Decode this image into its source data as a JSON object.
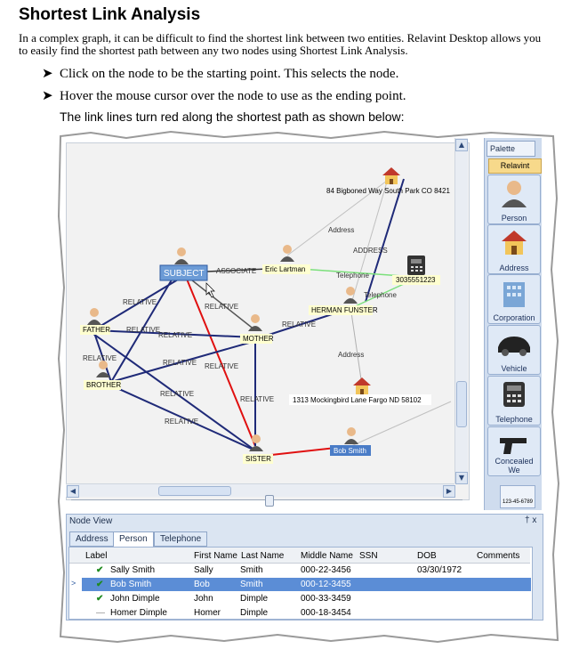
{
  "doc": {
    "title": "Shortest Link Analysis",
    "intro": "In a complex graph, it can be difficult to find the shortest link between two entities. Relavint Desktop allows you to easily find the shortest path between any two nodes using Shortest Link Analysis.",
    "bullets": [
      "Click on the node to be the starting point. This selects the node.",
      "Hover the mouse cursor over the node to use as the ending point."
    ],
    "note": "The link lines turn red along the shortest path as shown below:"
  },
  "graph": {
    "nodes": {
      "subject": "SUBJECT",
      "eric": "Eric Lartman",
      "herman": "HERMAN FUNSTER",
      "mother": "MOTHER",
      "father": "FATHER",
      "brother": "BROTHER",
      "sister": "SISTER",
      "bob": "Bob Smith",
      "phone": "3035551223",
      "addr1": "84 Bigboned Way South Park CO 8421",
      "addr2": "1313 Mockingbird Lane Fargo ND 58102"
    },
    "edges": {
      "associate": "ASSOCIATE",
      "telephone1": "Telephone",
      "telephone2": "Telephone",
      "address1": "Address",
      "address_caps": "ADDRESS",
      "address2": "Address",
      "relative": "RELATIVE"
    }
  },
  "palette": {
    "tab": "Palette",
    "header": "Relavint",
    "items": [
      "Person",
      "Address",
      "Corporation",
      "Vehicle",
      "Telephone",
      "Concealed We"
    ],
    "badge": "123-45-6789"
  },
  "nodeview": {
    "title": "Node View",
    "pin": "† x",
    "tabs": [
      "Address",
      "Person",
      "Telephone"
    ],
    "columns": [
      "Label",
      "First Name",
      "Last Name",
      "Middle Name",
      "SSN",
      "DOB",
      "Comments"
    ],
    "rows": [
      {
        "label": "Sally Smith",
        "first": "Sally",
        "last": "Smith",
        "middle": "000-22-3456",
        "ssn": "",
        "dob": "03/30/1972",
        "comments": ""
      },
      {
        "label": "Bob Smith",
        "first": "Bob",
        "last": "Smith",
        "middle": "000-12-3455",
        "ssn": "",
        "dob": "",
        "comments": ""
      },
      {
        "label": "John Dimple",
        "first": "John",
        "last": "Dimple",
        "middle": "000-33-3459",
        "ssn": "",
        "dob": "",
        "comments": ""
      },
      {
        "label": "Homer Dimple",
        "first": "Homer",
        "last": "Dimple",
        "middle": "000-18-3454",
        "ssn": "",
        "dob": "",
        "comments": ""
      }
    ]
  },
  "colors": {
    "shortest_path": "#e01010",
    "relative_link": "#1f2a78",
    "telephone_link": "#7be07b",
    "address_link": "#b0b0b0"
  }
}
